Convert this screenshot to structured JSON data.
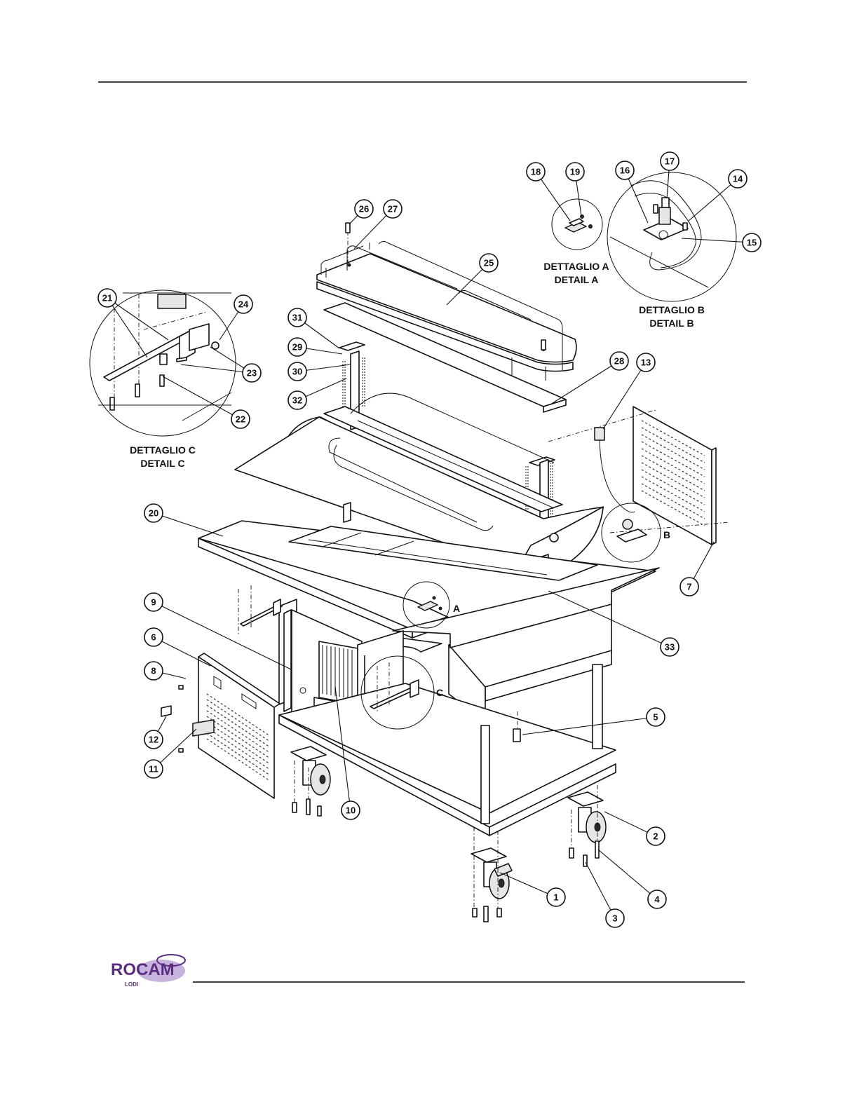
{
  "callouts": [
    {
      "num": "1"
    },
    {
      "num": "2"
    },
    {
      "num": "3"
    },
    {
      "num": "4"
    },
    {
      "num": "5"
    },
    {
      "num": "6"
    },
    {
      "num": "7"
    },
    {
      "num": "8"
    },
    {
      "num": "9"
    },
    {
      "num": "10"
    },
    {
      "num": "11"
    },
    {
      "num": "12"
    },
    {
      "num": "13"
    },
    {
      "num": "14"
    },
    {
      "num": "15"
    },
    {
      "num": "16"
    },
    {
      "num": "17"
    },
    {
      "num": "18"
    },
    {
      "num": "19"
    },
    {
      "num": "20"
    },
    {
      "num": "21"
    },
    {
      "num": "22"
    },
    {
      "num": "23"
    },
    {
      "num": "24"
    },
    {
      "num": "25"
    },
    {
      "num": "26"
    },
    {
      "num": "27"
    },
    {
      "num": "28"
    },
    {
      "num": "29"
    },
    {
      "num": "30"
    },
    {
      "num": "31"
    },
    {
      "num": "32"
    },
    {
      "num": "33"
    }
  ],
  "details": {
    "a": {
      "line1": "DETTAGLIO A",
      "line2": "DETAIL A",
      "letter": "A"
    },
    "b": {
      "line1": "DETTAGLIO B",
      "line2": "DETAIL B",
      "letter": "B"
    },
    "c": {
      "line1": "DETTAGLIO C",
      "line2": "DETAIL C",
      "letter": "C"
    }
  },
  "footer": {
    "logo_text": "ROCAM",
    "logo_sub": "LODI",
    "logo_color": "#5a2d82"
  }
}
